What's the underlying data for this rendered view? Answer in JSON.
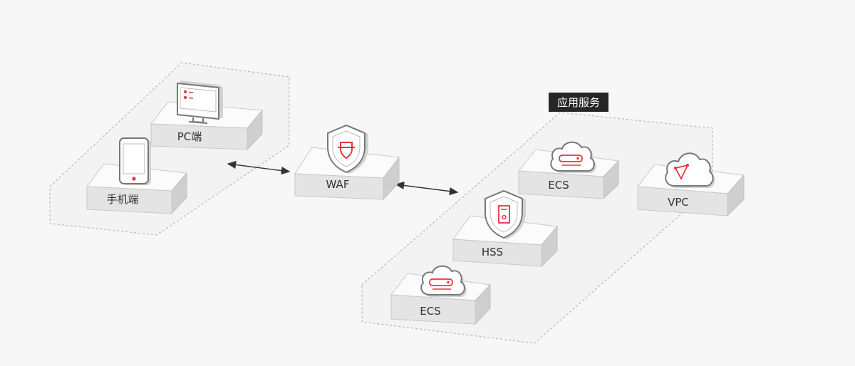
{
  "diagram": {
    "group_label": "应用服务",
    "colors": {
      "background": "#f7f7f7",
      "dashed_border": "#b5b5b5",
      "platform_top": "#fbfbfb",
      "platform_front": "#e4e4e4",
      "platform_side": "#cfcfcf",
      "icon_stroke": "#777777",
      "icon_accent": "#e8363e",
      "tag_background": "#262626",
      "arrow": "#333333"
    },
    "nodes": {
      "pc": {
        "label": "PC端",
        "icon": "monitor-icon"
      },
      "mobile": {
        "label": "手机端",
        "icon": "mobile-phone-icon"
      },
      "waf": {
        "label": "WAF",
        "icon": "shield-icon"
      },
      "ecs_top": {
        "label": "ECS",
        "icon": "cloud-server-icon"
      },
      "vpc": {
        "label": "VPC",
        "icon": "cloud-network-icon"
      },
      "hss": {
        "label": "HSS",
        "icon": "shield-host-icon"
      },
      "ecs_bottom": {
        "label": "ECS",
        "icon": "cloud-server-icon"
      }
    },
    "connections": [
      {
        "from": "client-group",
        "to": "waf",
        "type": "bidirectional"
      },
      {
        "from": "waf",
        "to": "app-service-group",
        "type": "bidirectional"
      }
    ]
  }
}
